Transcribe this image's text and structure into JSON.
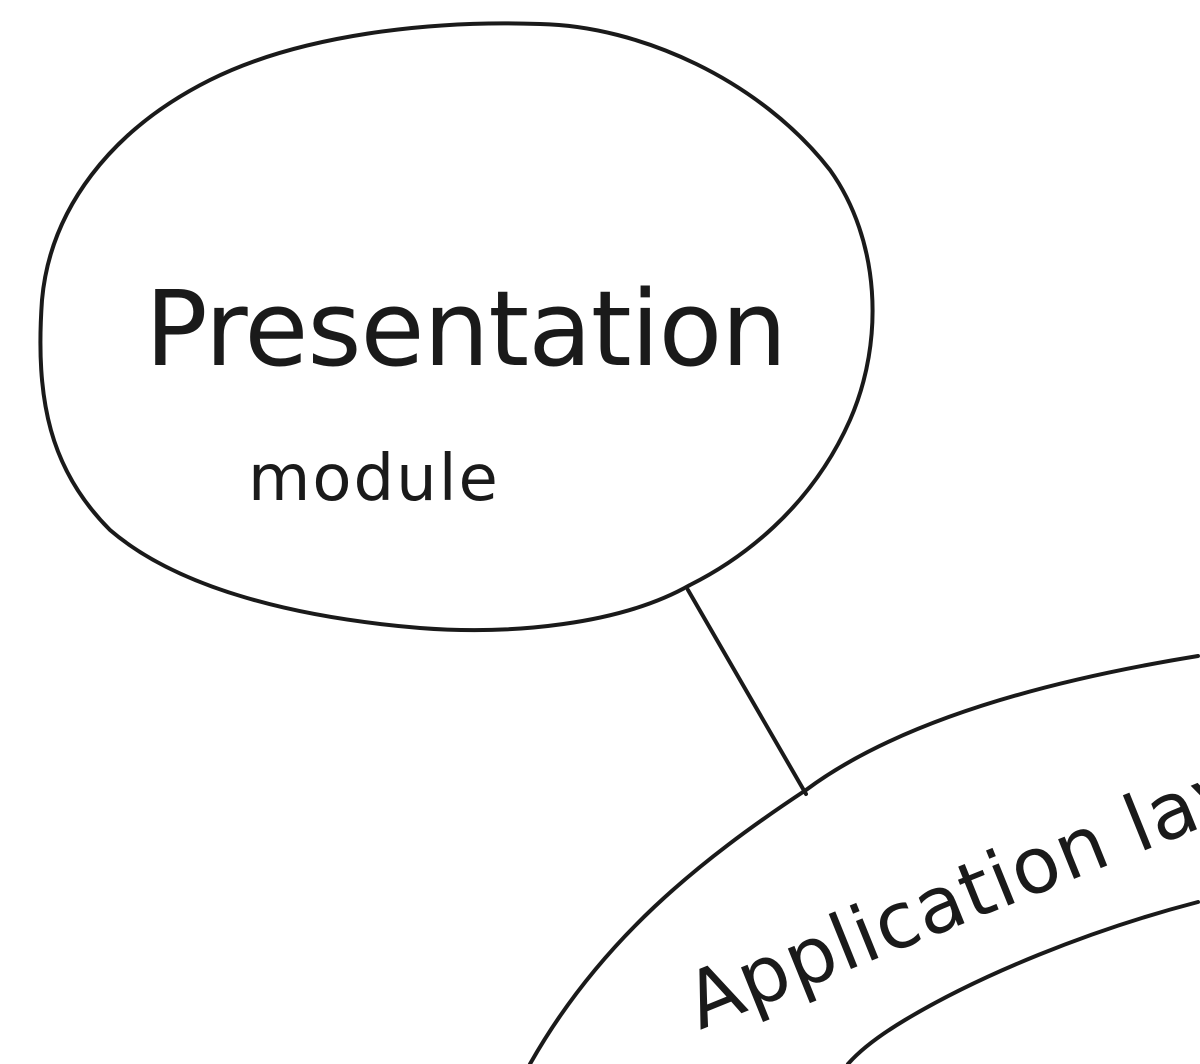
{
  "diagram": {
    "module": {
      "line1": "Presentation",
      "line2": "module"
    },
    "layer": {
      "label": "Application layer"
    }
  },
  "colors": {
    "ink": "#1a1a1a",
    "paper": "#ffffff"
  }
}
